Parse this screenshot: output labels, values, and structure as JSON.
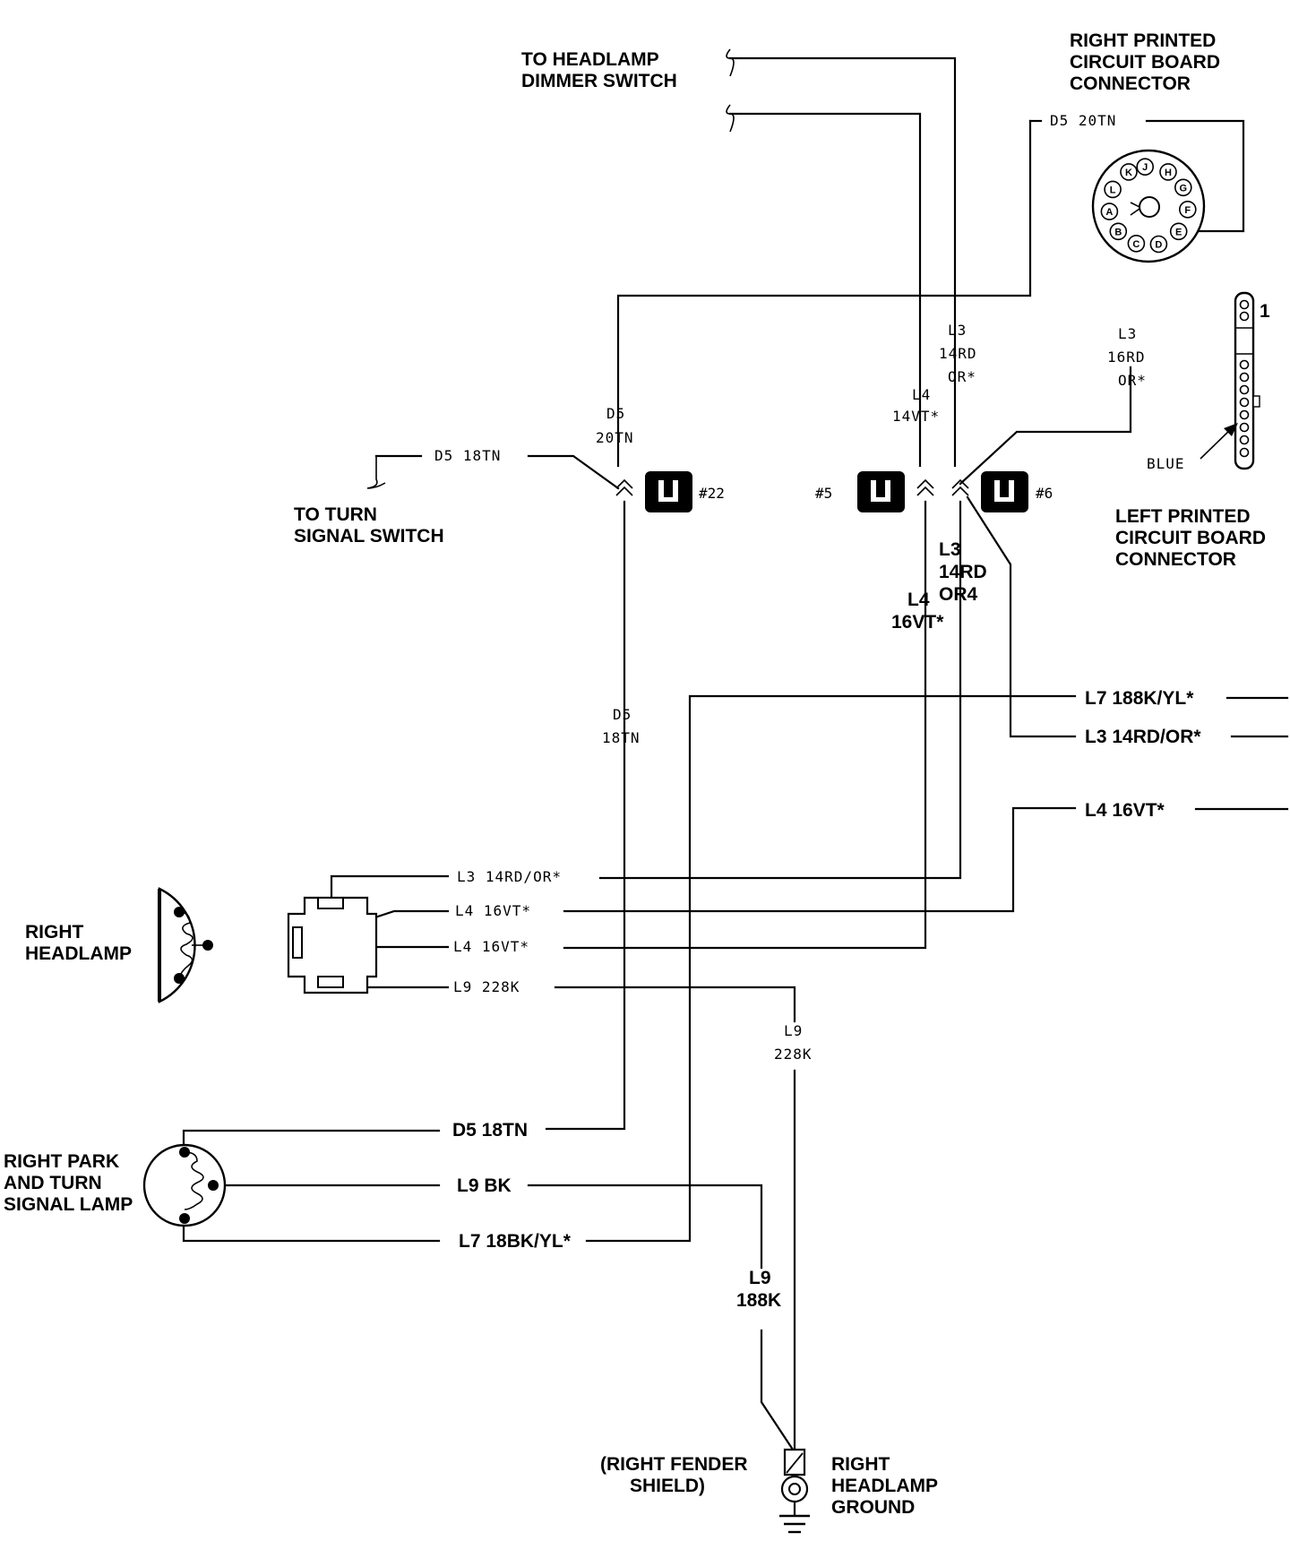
{
  "labels": {
    "to_headlamp_dimmer_1": "TO HEADLAMP",
    "to_headlamp_dimmer_2": "DIMMER SWITCH",
    "right_pcb_1": "RIGHT PRINTED",
    "right_pcb_2": "CIRCUIT BOARD",
    "right_pcb_3": "CONNECTOR",
    "left_pcb_1": "LEFT PRINTED",
    "left_pcb_2": "CIRCUIT BOARD",
    "left_pcb_3": "CONNECTOR",
    "to_turn_signal_1": "TO TURN",
    "to_turn_signal_2": "SIGNAL SWITCH",
    "right_headlamp_1": "RIGHT",
    "right_headlamp_2": "HEADLAMP",
    "right_park_1": "RIGHT PARK",
    "right_park_2": "AND TURN",
    "right_park_3": "SIGNAL LAMP",
    "fender_1": "(RIGHT FENDER",
    "fender_2": "SHIELD)",
    "ground_1": "RIGHT",
    "ground_2": "HEADLAMP",
    "ground_3": "GROUND",
    "blue": "BLUE",
    "pin_one": "1"
  },
  "wires": {
    "d5_20tn_top": "D5 20TN",
    "d5_label_a": "D5",
    "d5_label_b": "20TN",
    "d5_18tn_turn": "D5 18TN",
    "l3_a": "L3",
    "l3_b": "14RD",
    "l3_c": "OR*",
    "l4_a": "L4",
    "l4_b": "14VT*",
    "l3_right_a": "L3",
    "l3_right_b": "16RD",
    "l3_right_c": "OR*",
    "l3_bold_a": "L3",
    "l3_bold_b": "14RD",
    "l3_bold_c": "OR4",
    "l4_bold_a": "L4",
    "l4_bold_b": "16VT*",
    "l7_right": "L7 188K/YL*",
    "l3_right_wire": "L3  14RD/OR*",
    "l4_right_wire": "L4  16VT*",
    "d5_18tn_a": "D5",
    "d5_18tn_b": "18TN",
    "hl_l3": "L3 14RD/OR*",
    "hl_l4_1": "L4 16VT*",
    "hl_l4_2": "L4 16VT*",
    "hl_l9": "L9 228K",
    "l9_mid_a": "L9",
    "l9_mid_b": "228K",
    "park_d5": "D5 18TN",
    "park_l9": "L9 BK",
    "park_l7": "L7 18BK/YL*",
    "l9_188k_a": "L9",
    "l9_188k_b": "188K"
  },
  "splices": {
    "s22": "#22",
    "s5": "#5",
    "s6": "#6"
  },
  "right_pcb_pins": [
    "J",
    "H",
    "G",
    "F",
    "E",
    "D",
    "C",
    "B",
    "A",
    "L",
    "K"
  ]
}
